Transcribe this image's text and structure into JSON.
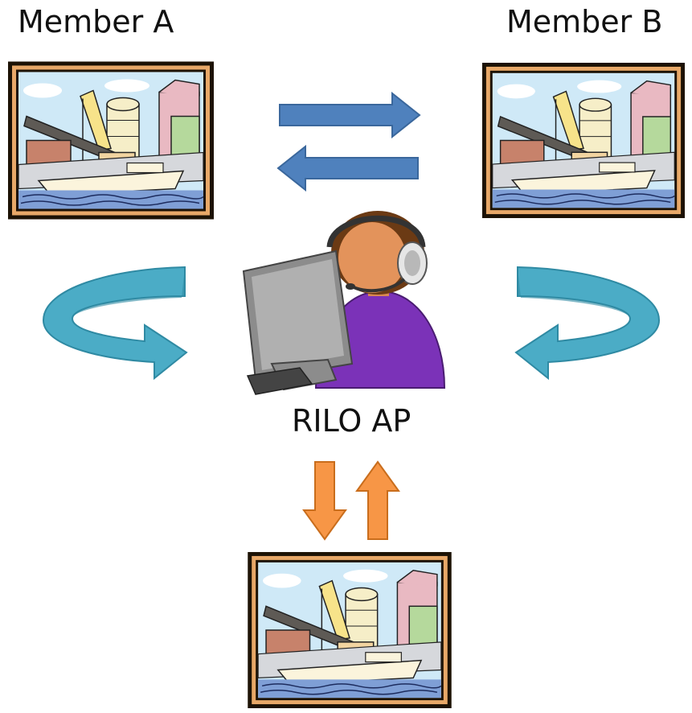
{
  "labels": {
    "member_a": "Member A",
    "member_b": "Member B",
    "center": "RILO AP"
  },
  "colors": {
    "blue_arrow": "#4f81bd",
    "blue_arrow_stroke": "#3a679c",
    "teal_arrow": "#4bacc6",
    "teal_arrow_dark": "#2f8aa3",
    "orange_arrow": "#f79646",
    "orange_arrow_stroke": "#c96d1c"
  },
  "icons": {
    "port_a": "port-clipart-icon",
    "port_b": "port-clipart-icon",
    "port_bottom": "port-clipart-icon",
    "operator": "operator-with-headset-at-computer-icon"
  }
}
